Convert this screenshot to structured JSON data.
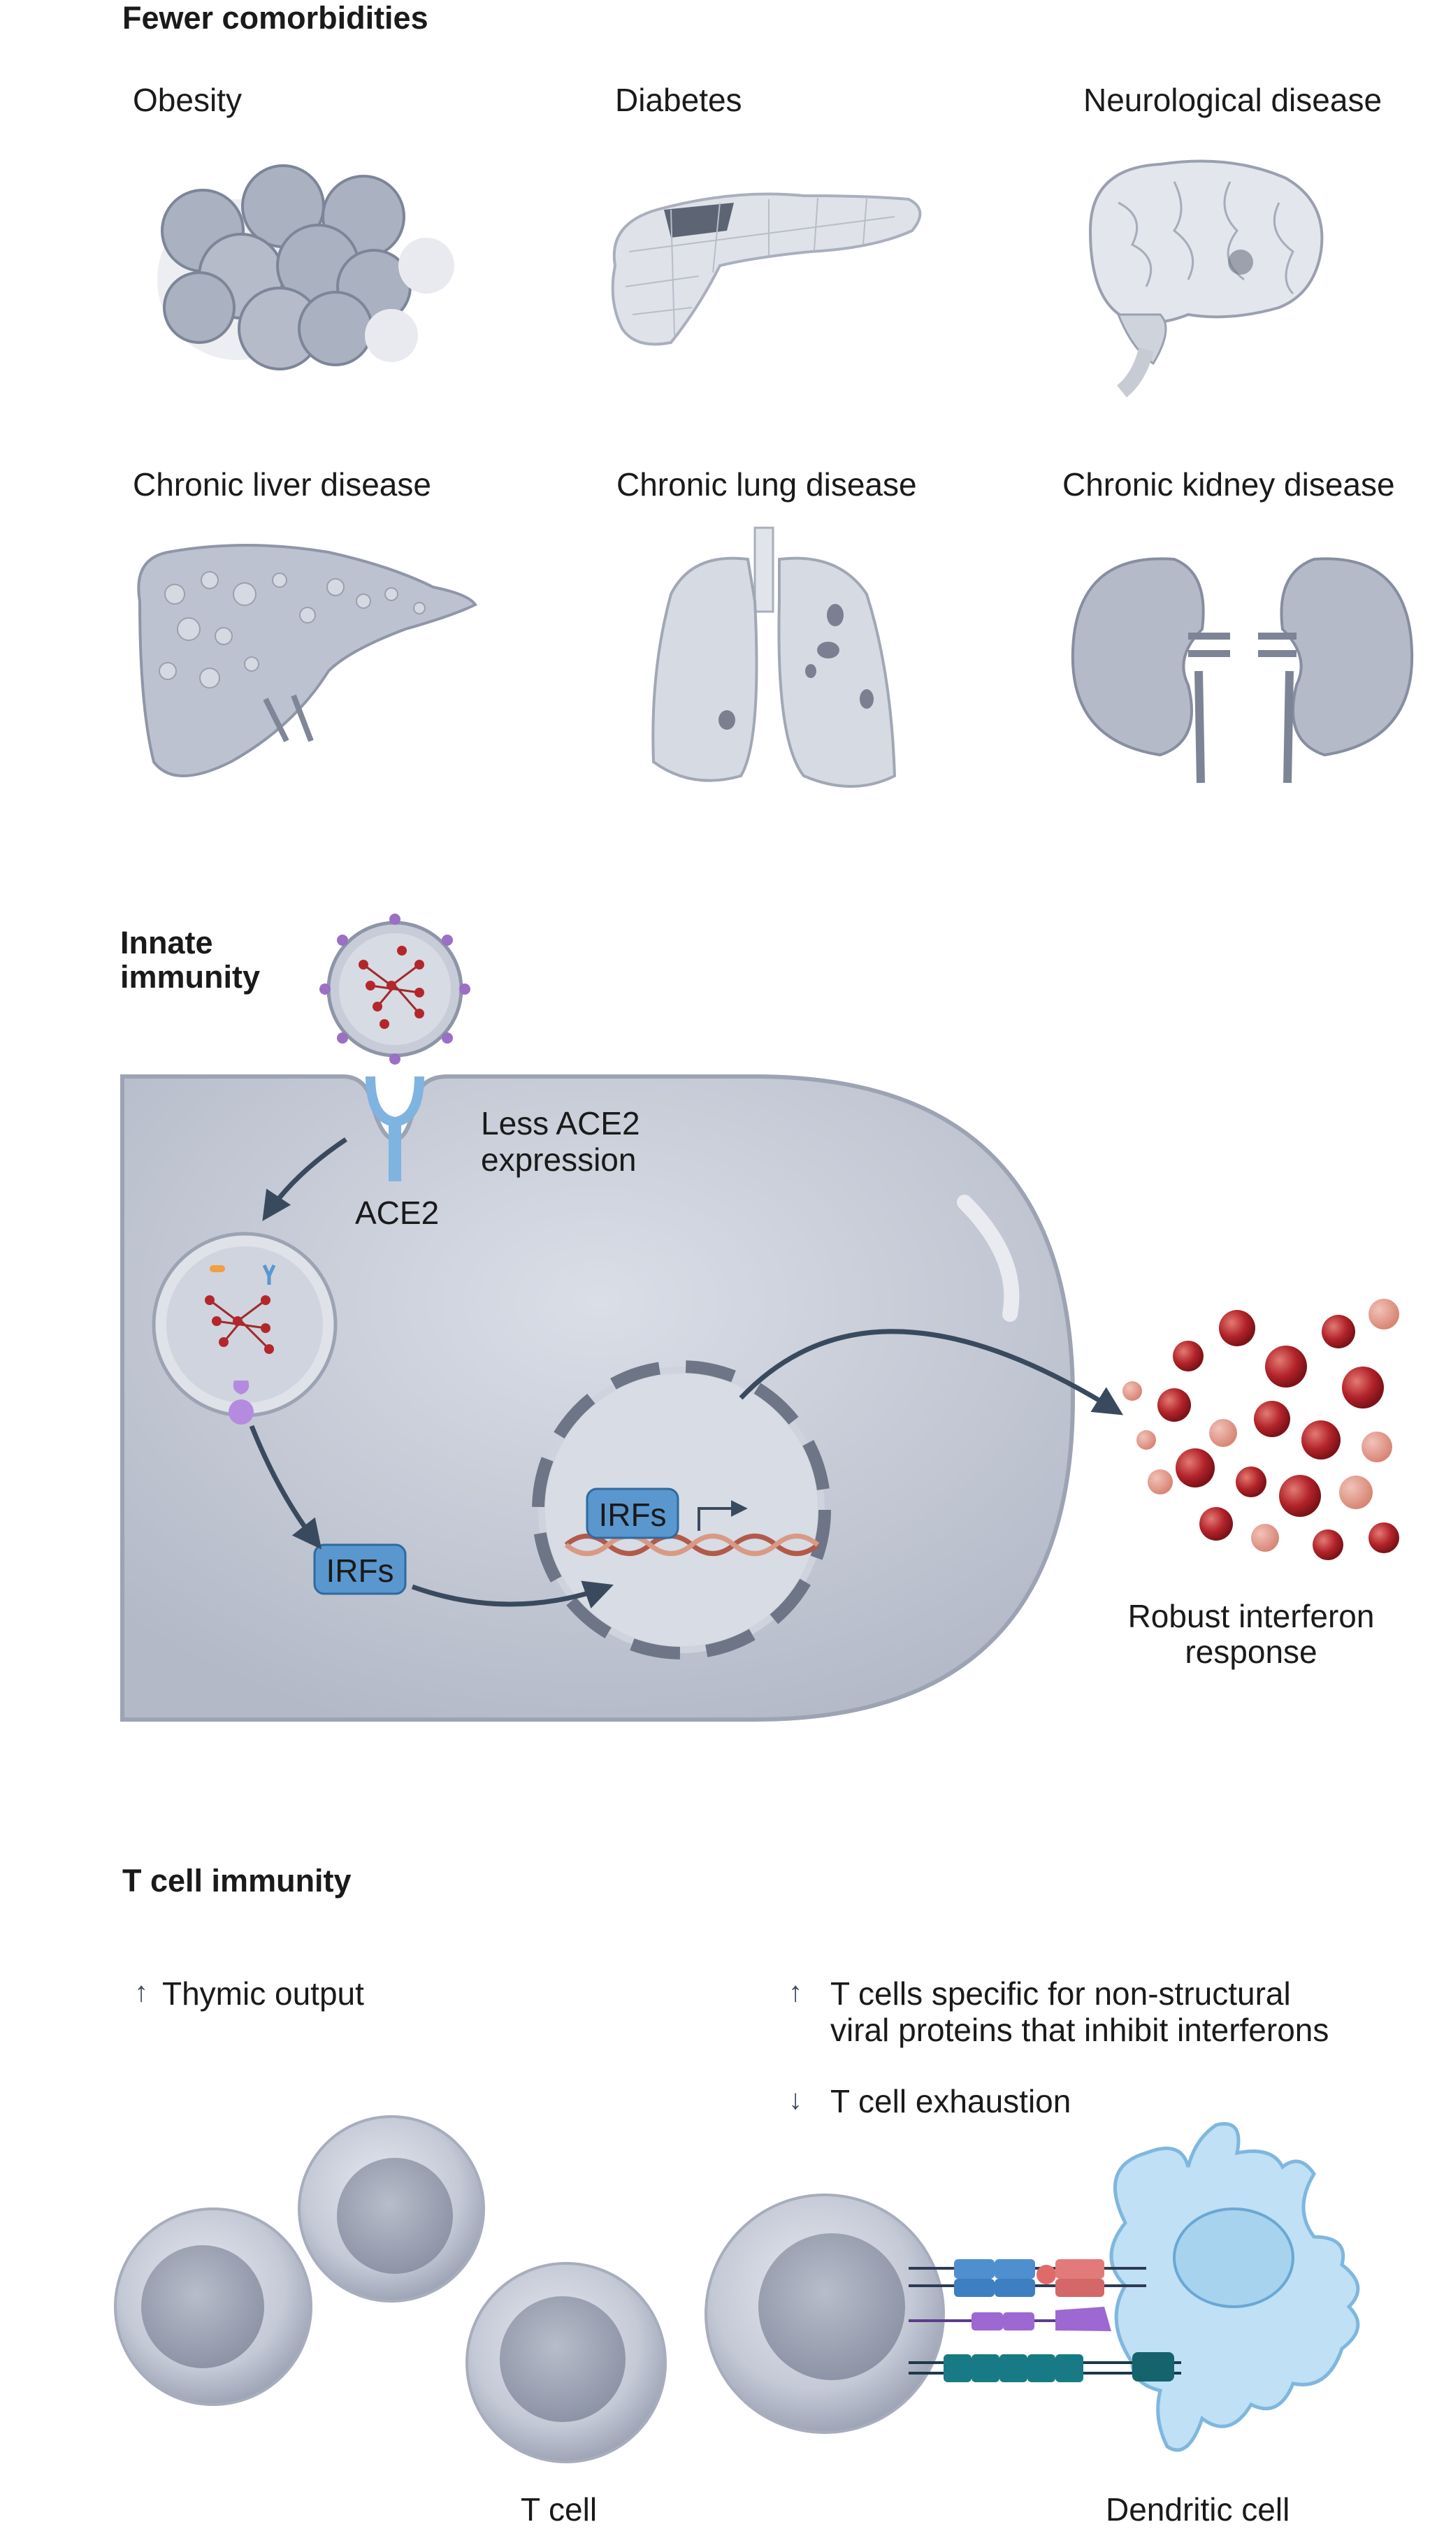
{
  "comorbidities": {
    "title": "Fewer comorbidities",
    "items": [
      {
        "label": "Obesity",
        "icon": "fat-cells-icon"
      },
      {
        "label": "Diabetes",
        "icon": "pancreas-icon"
      },
      {
        "label": "Neurological disease",
        "icon": "brain-icon"
      },
      {
        "label": "Chronic liver disease",
        "icon": "liver-icon"
      },
      {
        "label": "Chronic lung disease",
        "icon": "lungs-icon"
      },
      {
        "label": "Chronic kidney disease",
        "icon": "kidneys-icon"
      }
    ]
  },
  "innate": {
    "title_line1": "Innate",
    "title_line2": "immunity",
    "ace2_note_line1": "Less ACE2",
    "ace2_note_line2": "expression",
    "ace2_label": "ACE2",
    "irf_label_cytoplasm": "IRFs",
    "irf_label_nucleus": "IRFs",
    "interferon_line1": "Robust interferon",
    "interferon_line2": "response"
  },
  "tcell": {
    "title": "T cell immunity",
    "item_thymic": {
      "arrow": "↑",
      "text": "Thymic output"
    },
    "item_specific": {
      "arrow": "↑",
      "line1": "T cells specific for non-structural",
      "line2": "viral proteins that inhibit interferons"
    },
    "item_exhaustion": {
      "arrow": "↓",
      "text": "T cell exhaustion"
    },
    "t_cell_label": "T cell",
    "dendritic_label": "Dendritic cell"
  },
  "colors": {
    "organ_gray": "#b9bfcc",
    "cell_fill": "#c9ceda",
    "irf_blue": "#5a97cf",
    "interferon_red": "#b52a2a",
    "dendritic_blue": "#bfe0f5"
  }
}
